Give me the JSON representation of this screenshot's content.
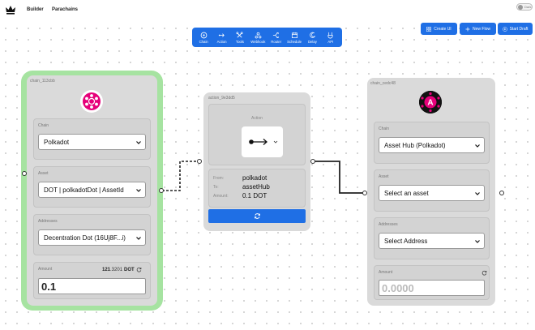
{
  "nav": {
    "links": [
      "Builder",
      "Parachains"
    ],
    "theme_toggle_label": "Dark"
  },
  "toolbar": {
    "items": [
      {
        "label": "Chain",
        "icon": "chain-icon"
      },
      {
        "label": "Action",
        "icon": "action-icon"
      },
      {
        "label": "Tools",
        "icon": "tools-icon"
      },
      {
        "label": "Webhook",
        "icon": "webhook-icon"
      },
      {
        "label": "Router",
        "icon": "router-icon"
      },
      {
        "label": "Schedule",
        "icon": "schedule-icon"
      },
      {
        "label": "Delay",
        "icon": "delay-icon"
      },
      {
        "label": "API",
        "icon": "api-icon"
      }
    ]
  },
  "buttons": {
    "create_ui": "Create UI",
    "new_flow": "New Flow",
    "start_draft": "Start Draft"
  },
  "node_left": {
    "id": "chain_113cbb",
    "chain_label": "Chain",
    "chain_value": "Polkadot",
    "asset_label": "Asset",
    "asset_value": "DOT | polkadotDot | AssetId",
    "addresses_label": "Addresses",
    "address_value": "Decentration Dot (16Uj8F...i)",
    "amount_label": "Amount",
    "balance_int": "121",
    "balance_dec": ".3201",
    "balance_unit": "DOT",
    "amount_value": "0.1",
    "accent": "#a6e3a1",
    "logo_color": "#e6007a"
  },
  "node_mid": {
    "id": "action_9e3dd5",
    "action_label": "Action",
    "from_label": "From:",
    "from_value": "polkadot",
    "to_label": "To:",
    "to_value": "assetHub",
    "amount_label": "Amount:",
    "amount_value": "0.1 DOT"
  },
  "node_right": {
    "id": "chain_cedc48",
    "chain_label": "Chain",
    "chain_value": "Asset Hub (Polkadot)",
    "asset_label": "Asset",
    "asset_value": "Select an asset",
    "addresses_label": "Addresses",
    "address_value": "Select Address",
    "amount_label": "Amount",
    "amount_placeholder": "0.0000",
    "logo_letter": "A",
    "logo_color": "#e6007a"
  },
  "colors": {
    "primary": "#1f6fe5",
    "node_bg": "#dadada"
  }
}
